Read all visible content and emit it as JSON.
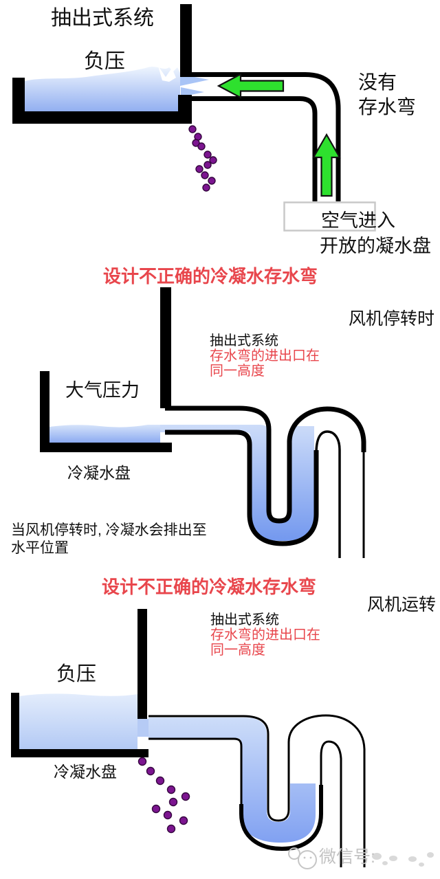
{
  "panel1": {
    "title": "抽出式系统",
    "pressure_label": "负压",
    "no_trap_line1": "没有",
    "no_trap_line2": "存水弯",
    "air_in": "空气进入",
    "open_pan": "开放的凝水盘"
  },
  "panel2": {
    "title": "设计不正确的冷凝水存水弯",
    "condition": "风机停转时",
    "system": "抽出式系统",
    "note_line1": "存水弯的进出口在",
    "note_line2": "同一高度",
    "pressure_label": "大气压力",
    "pan_label": "冷凝水盘",
    "caption_line1": "当风机停转时, 冷凝水会排出至",
    "caption_line2": "水平位置"
  },
  "panel3": {
    "title": "设计不正确的冷凝水存水弯",
    "condition": "风机运转",
    "system": "抽出式系统",
    "note_line1": "存水弯的进出口在",
    "note_line2": "同一高度",
    "pressure_label": "负压",
    "pan_label": "冷凝水盘"
  },
  "watermark": {
    "label": "微信号:"
  },
  "colors": {
    "arrow_green": "#2ee02e",
    "drip_purple": "#7c1590",
    "red_text": "#e8464c",
    "pipe_black": "#000000",
    "open_pan_gray": "#c9c9c9",
    "watermark_gray": "#c3c3c3",
    "water_light": "#d6e3fa",
    "water_deep": "#6f95ee"
  }
}
